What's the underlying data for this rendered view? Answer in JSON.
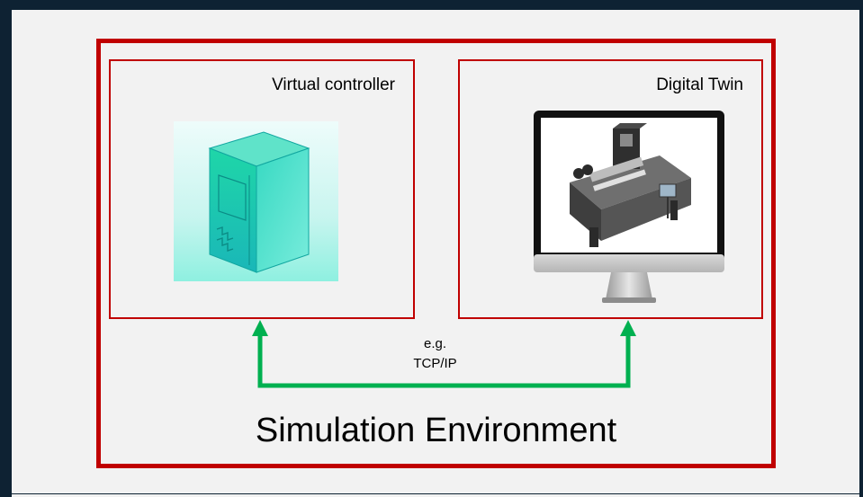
{
  "diagram": {
    "environment_label": "Simulation Environment",
    "left_panel": {
      "title": "Virtual controller",
      "image": "virtual-controller-cabinet"
    },
    "right_panel": {
      "title": "Digital Twin",
      "image": "monitor-with-machine-model"
    },
    "connection": {
      "line1": "e.g.",
      "line2": "TCP/IP",
      "color": "#00b050"
    },
    "colors": {
      "frame": "#0e2233",
      "border": "#c00000",
      "background": "#f2f2f2"
    }
  }
}
